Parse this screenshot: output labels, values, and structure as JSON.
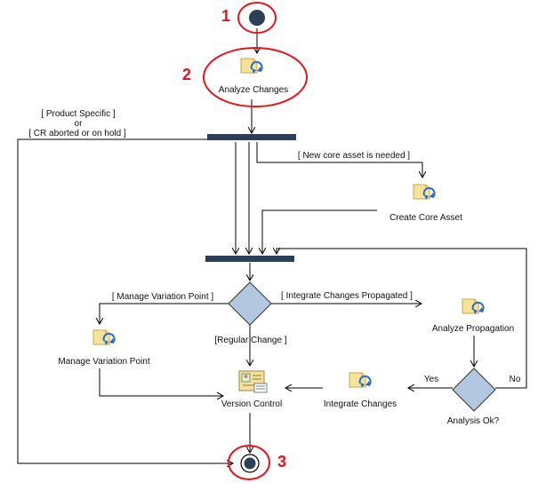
{
  "colors": {
    "annotation": "#e8141b",
    "bar": "#2b3f58",
    "decision_fill": "#b3c8e0",
    "line": "#000000",
    "icon_fill": "#f5e29b",
    "icon_arrow": "#2f6cbf"
  },
  "annotations": [
    {
      "id": "1",
      "target": "initial-node"
    },
    {
      "id": "2",
      "target": "analyze-changes-action"
    },
    {
      "id": "3",
      "target": "final-node"
    }
  ],
  "nodes": {
    "analyze_changes": {
      "label": "Analyze Changes",
      "icon": "activity-icon"
    },
    "create_core_asset": {
      "label": "Create Core Asset",
      "icon": "activity-icon"
    },
    "analyze_propagation": {
      "label": "Analyze Propagation",
      "icon": "activity-icon"
    },
    "manage_variation_point": {
      "label": "Manage Variation Point",
      "icon": "activity-icon"
    },
    "version_control": {
      "label": "Version Control",
      "icon": "version-control-icon"
    },
    "integrate_changes": {
      "label": "Integrate Changes",
      "icon": "activity-icon"
    },
    "analysis_ok": {
      "label": "Analysis Ok?"
    }
  },
  "guards": {
    "product_specific": "[ Product Specific ]",
    "or": "or",
    "cr_aborted": "[ CR aborted or on hold ]",
    "new_core_asset": "[ New core asset is needed ]",
    "manage_variation_point": "[ Manage Variation Point ]",
    "integrate_changes_propagated": "[ Integrate Changes Propagated ]",
    "regular_change": "[Regular Change ]",
    "yes": "Yes",
    "no": "No"
  }
}
